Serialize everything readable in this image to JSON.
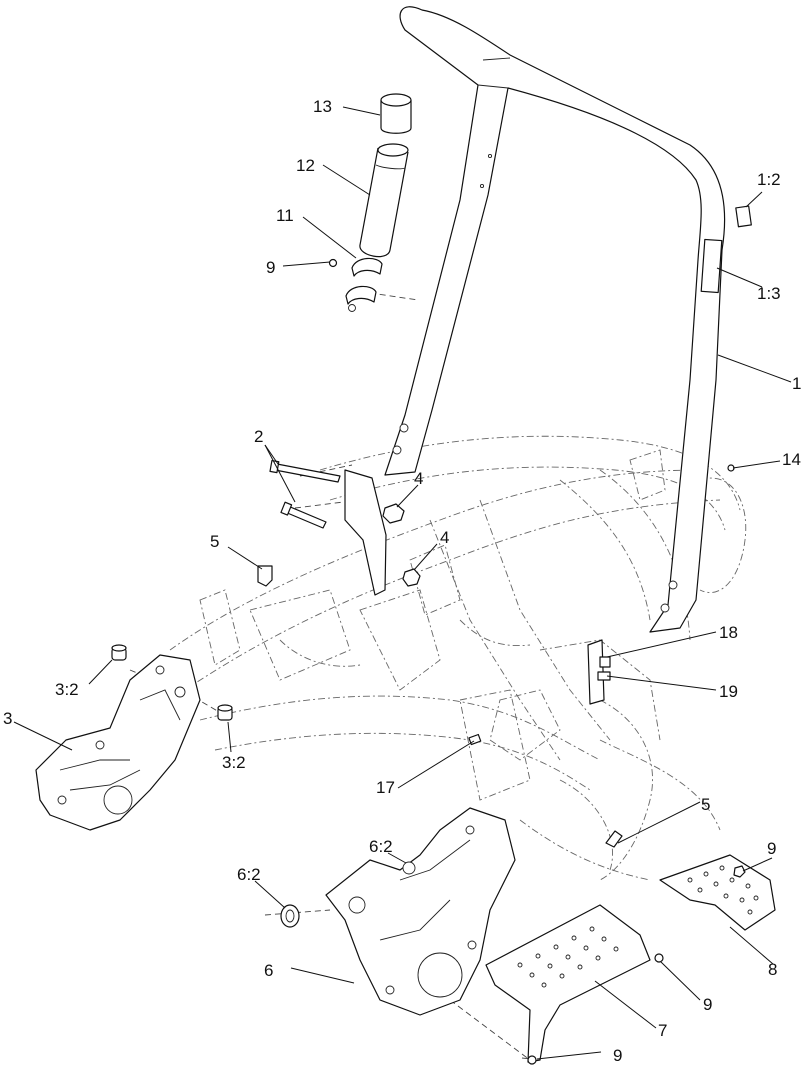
{
  "figure": {
    "callouts": [
      {
        "id": "c-13",
        "text": "13"
      },
      {
        "id": "c-12",
        "text": "12"
      },
      {
        "id": "c-11",
        "text": "11"
      },
      {
        "id": "c-9a",
        "text": "9"
      },
      {
        "id": "c-1-2",
        "text": "1:2"
      },
      {
        "id": "c-1-3",
        "text": "1:3"
      },
      {
        "id": "c-1",
        "text": "1"
      },
      {
        "id": "c-2",
        "text": "2"
      },
      {
        "id": "c-4a",
        "text": "4"
      },
      {
        "id": "c-4b",
        "text": "4"
      },
      {
        "id": "c-14",
        "text": "14"
      },
      {
        "id": "c-5a",
        "text": "5"
      },
      {
        "id": "c-18",
        "text": "18"
      },
      {
        "id": "c-19",
        "text": "19"
      },
      {
        "id": "c-3-2a",
        "text": "3:2"
      },
      {
        "id": "c-3",
        "text": "3"
      },
      {
        "id": "c-3-2b",
        "text": "3:2"
      },
      {
        "id": "c-17",
        "text": "17"
      },
      {
        "id": "c-5b",
        "text": "5"
      },
      {
        "id": "c-6-2a",
        "text": "6:2"
      },
      {
        "id": "c-6-2b",
        "text": "6:2"
      },
      {
        "id": "c-9b",
        "text": "9"
      },
      {
        "id": "c-6",
        "text": "6"
      },
      {
        "id": "c-8",
        "text": "8"
      },
      {
        "id": "c-9c",
        "text": "9"
      },
      {
        "id": "c-7",
        "text": "7"
      },
      {
        "id": "c-9d",
        "text": "9"
      }
    ]
  }
}
